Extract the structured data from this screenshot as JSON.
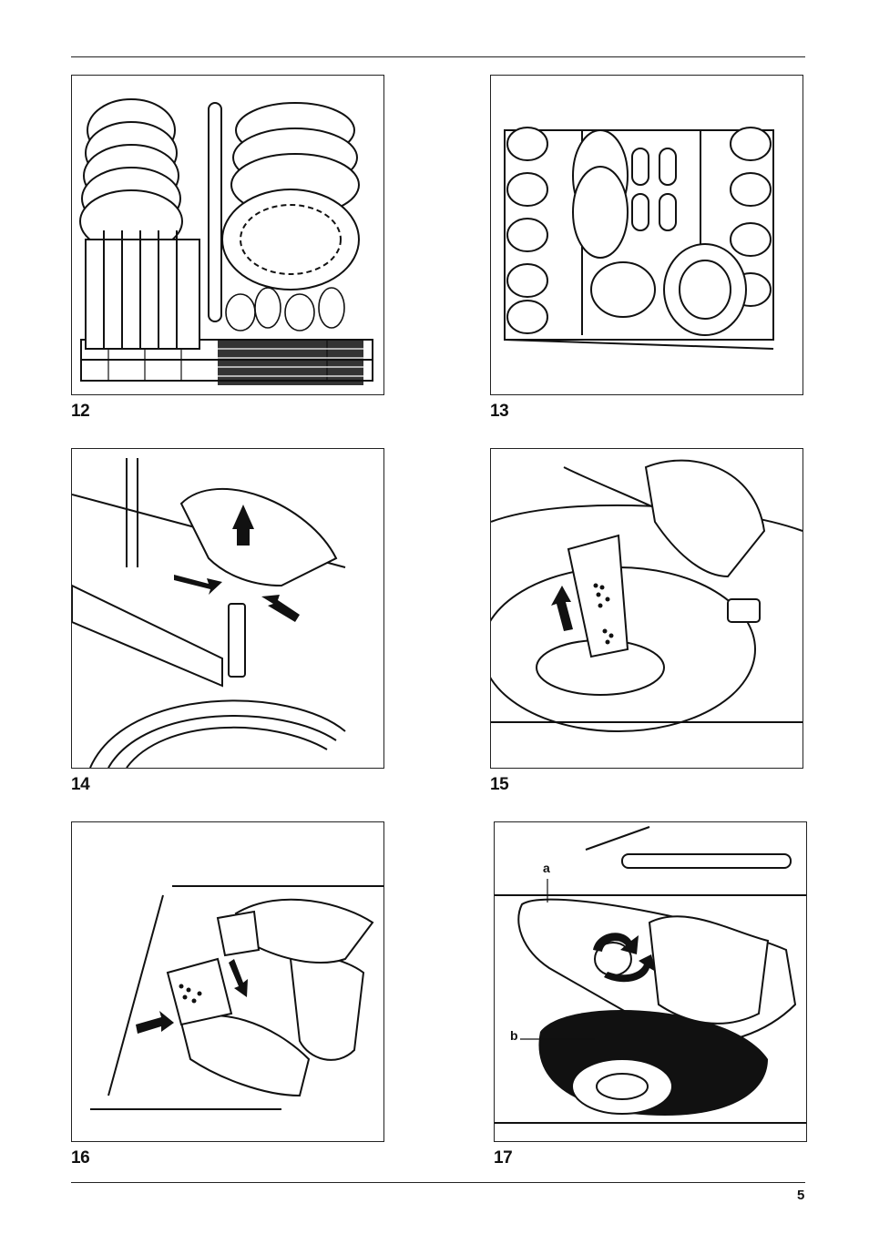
{
  "figures": [
    {
      "number": "12",
      "icon": "dishwasher-lower-basket-loaded-with-plates-and-cutlery"
    },
    {
      "number": "13",
      "icon": "dishwasher-upper-basket-loaded-with-cups-and-glasses"
    },
    {
      "number": "14",
      "icon": "hand-lifting-upper-basket-adjuster"
    },
    {
      "number": "15",
      "icon": "hand-inserting-filter-into-sump"
    },
    {
      "number": "16",
      "icon": "hands-separating-filter-parts"
    },
    {
      "number": "17",
      "icon": "hand-turning-filter-lock"
    }
  ],
  "figure17_labels": {
    "a": "a",
    "b": "b"
  },
  "page_number": "5"
}
